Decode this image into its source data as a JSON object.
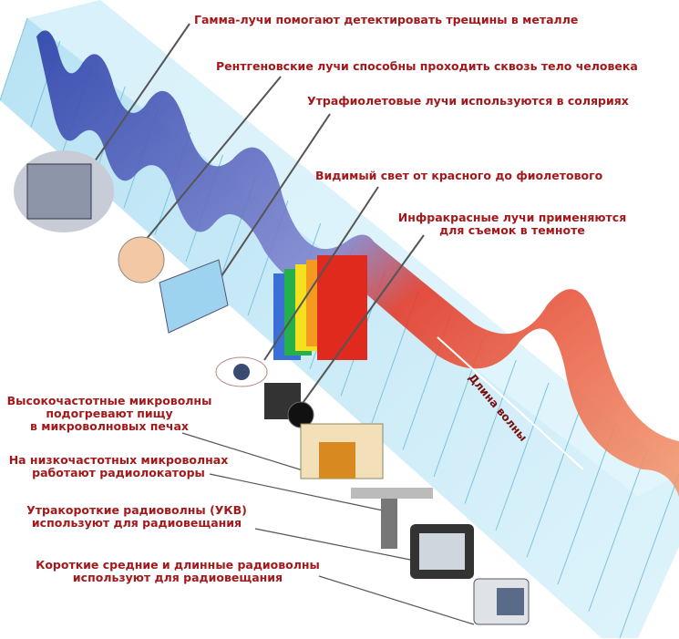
{
  "labels": {
    "gamma": "Гамма-лучи помогают  детектировать трещины в металле",
    "xray": "Рентгеновские лучи способны проходить сквозь тело человека",
    "uv": "Утрафиолетовые лучи используются в соляриях",
    "visible": "Видимый свет от красного до фиолетового",
    "ir_1": "Инфракрасные лучи применяются",
    "ir_2": "для съемок в темноте",
    "hf_micro_1": "Высокочастотные микроволны",
    "hf_micro_2": "подогревают пищу",
    "hf_micro_3": "в микроволновых печах",
    "lf_micro_1": "На низкочастотных микроволнах",
    "lf_micro_2": "работают радиолокаторы",
    "vhf_1": "Утракороткие радиоволны (УКВ)",
    "vhf_2": "используют для радиовещания",
    "sw_1": "Короткие средние и длинные радиоволны",
    "sw_2": "используют для радиовещания"
  },
  "wavelength_label": "Длина волны",
  "colors": {
    "label": "#a3191b",
    "prism": "#bfe6f5",
    "wave_short": "#2b3fa8",
    "wave_long": "#f7b07a"
  }
}
